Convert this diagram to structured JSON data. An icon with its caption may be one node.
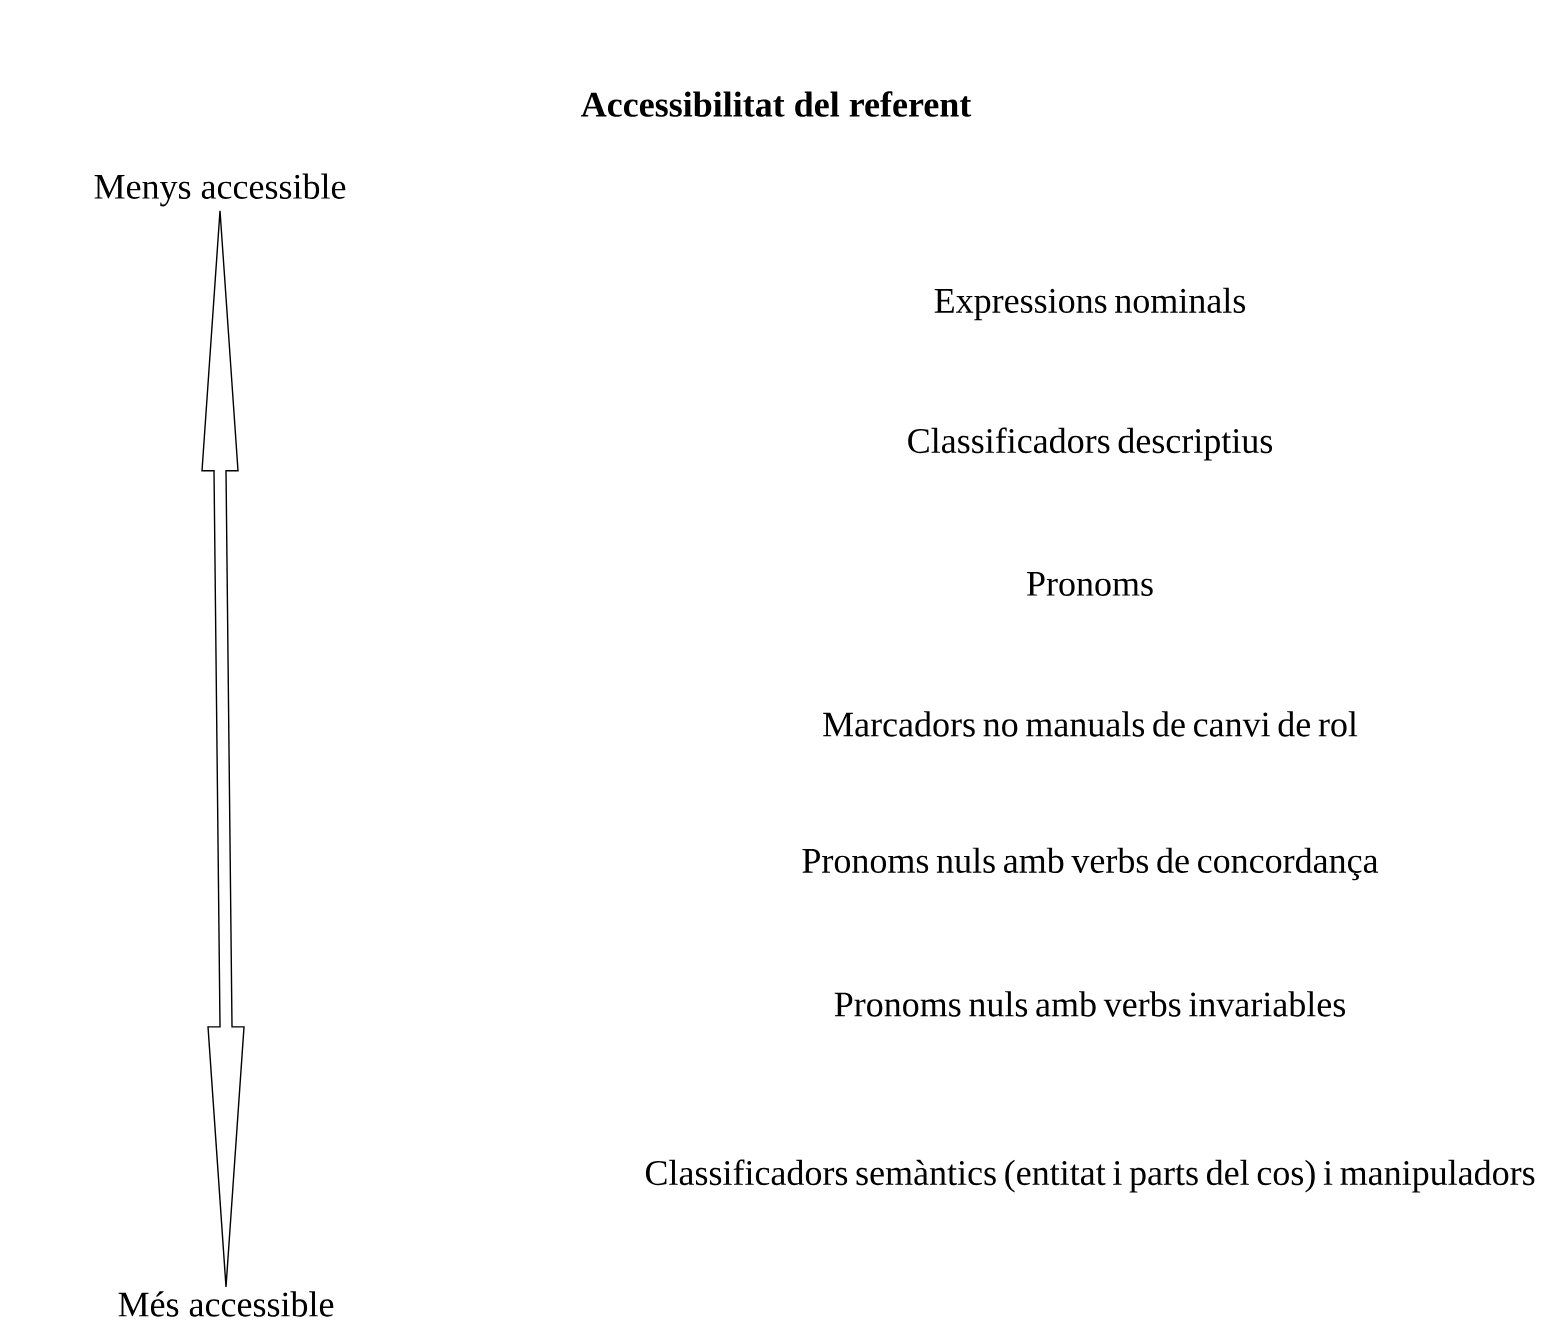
{
  "diagram": {
    "title": "Accessibilitat del referent",
    "nodes": [
      {
        "text": [
          "Menys accessible"
        ]
      },
      {
        "text": [
          "Més accessible"
        ]
      }
    ],
    "edges": [
      {
        "from": 0,
        "to": 1,
        "arrow": "both"
      }
    ],
    "labels": [
      "Expressions nominals",
      "Classificadors descriptius",
      "Pronoms",
      "Marcadors no manuals de canvi de rol",
      "Pronoms nuls amb verbs de concordança",
      "Pronoms nuls amb verbs invariables",
      "Classificadors semàntics (entitat i parts del cos) i manipuladors"
    ]
  }
}
